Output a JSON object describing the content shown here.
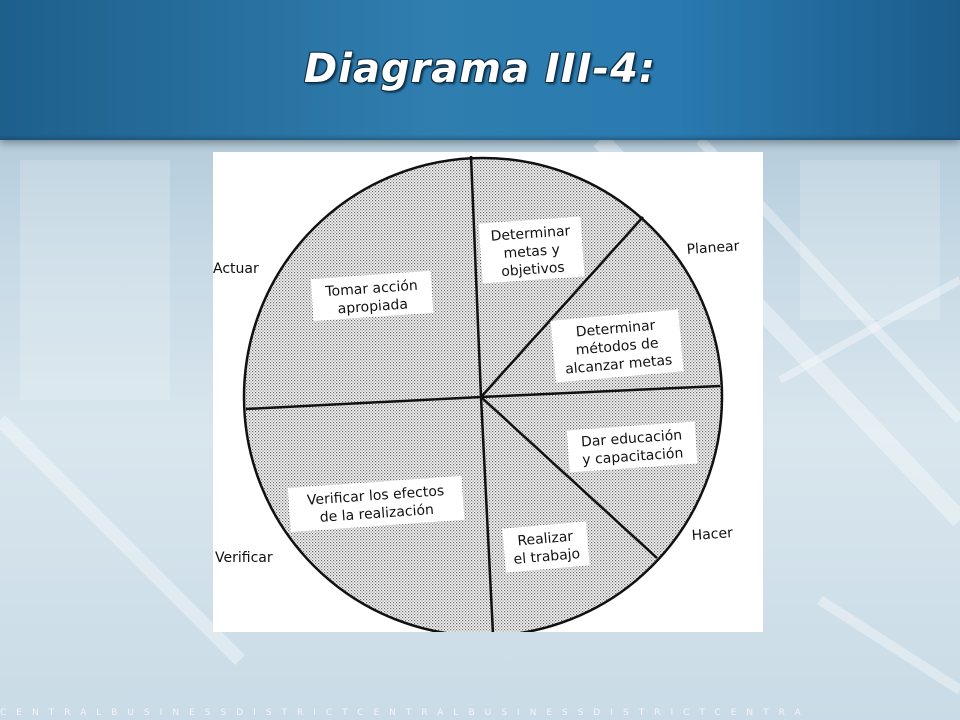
{
  "slide": {
    "title": "Diagrama III-4:",
    "footer_text": "CENTRALBUSINESSDISTRICTCENTRALBUSINESSDISTRICTCENTRA"
  },
  "diagram": {
    "outer_labels": {
      "planear": "Planear",
      "hacer": "Hacer",
      "verificar": "Verificar",
      "actuar": "Actuar"
    },
    "segments": {
      "determinar_metas": [
        "Determinar",
        "metas y",
        "objetivos"
      ],
      "determinar_metodos": [
        "Determinar",
        "métodos de",
        "alcanzar metas"
      ],
      "dar_educacion": [
        "Dar educación",
        "y capacitación"
      ],
      "realizar_trabajo": [
        "Realizar",
        "el trabajo"
      ],
      "verificar_efectos": [
        "Verificar los efectos",
        "de la realización"
      ],
      "tomar_accion": [
        "Tomar acción",
        "apropiada"
      ]
    }
  },
  "colors": {
    "title_bar": "#2a7ab0",
    "title_text": "#ffffff",
    "ink": "#111111",
    "background": "#c6d9e5"
  }
}
